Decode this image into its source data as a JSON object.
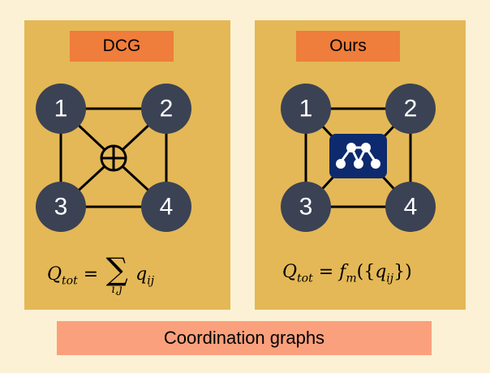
{
  "panels": {
    "left": {
      "label": "DCG",
      "nodes": [
        "1",
        "2",
        "3",
        "4"
      ],
      "formula": {
        "lhs": "Q",
        "lhs_sub": "tot",
        "eq": "=",
        "sum_symbol": "∑",
        "sum_limits": "i,j",
        "term": "q",
        "term_sub": "ij"
      }
    },
    "right": {
      "label": "Ours",
      "nodes": [
        "1",
        "2",
        "3",
        "4"
      ],
      "formula": {
        "lhs": "Q",
        "lhs_sub": "tot",
        "eq": "=",
        "fn": "f",
        "fn_sub": "m",
        "open": "({",
        "term": "q",
        "term_sub": "ij",
        "close": "})"
      }
    }
  },
  "banner": "Coordination graphs",
  "colors": {
    "background": "#fcf1d4",
    "panel": "#e4b856",
    "label_box": "#ef7d3b",
    "node": "#3b4254",
    "banner": "#fba07c",
    "center_icon": "#0d2a6e"
  },
  "icons": {
    "left_center": "circled-plus-icon",
    "right_center": "neural-network-icon"
  }
}
